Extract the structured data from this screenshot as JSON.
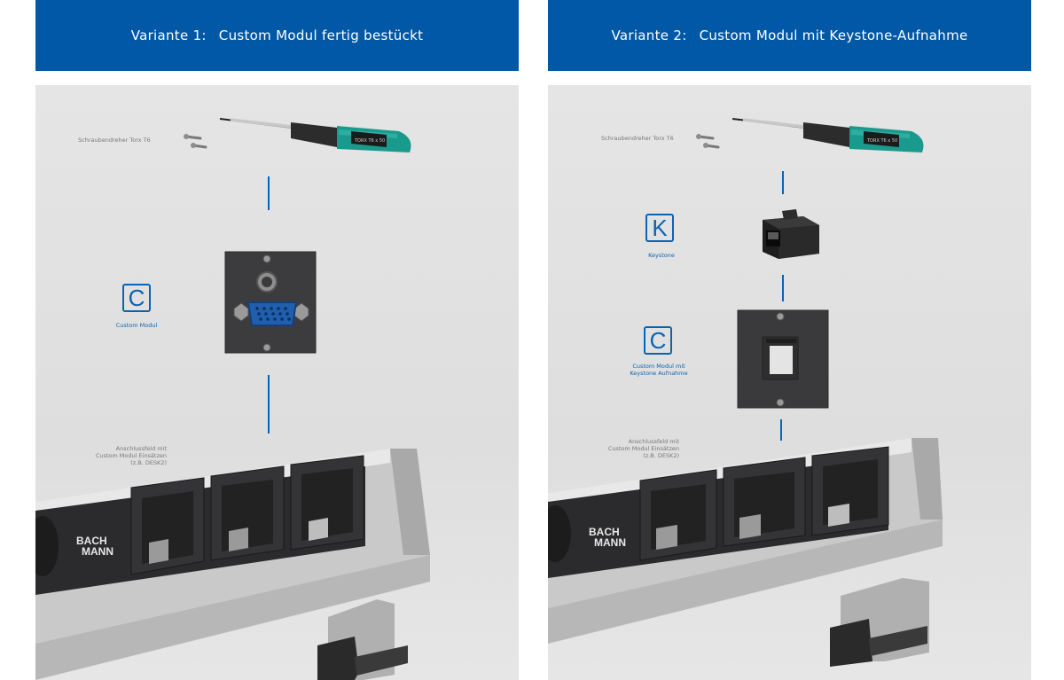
{
  "variant1": {
    "title_prefix": "Variante 1:",
    "title_text": "Custom Modul fertig bestückt",
    "tool_label": "Schraubendreher Torx T6",
    "module_letter": "C",
    "module_label": "Custom Modul",
    "strip_label_lines": [
      "Anschlussfeld mit",
      "Custom Modul Einsätzen",
      "(z.B. DESK2)"
    ],
    "brand_lines": [
      "BACH",
      "MANN"
    ],
    "tool_handle_text": "TORX T6 x 50"
  },
  "variant2": {
    "title_prefix": "Variante 2:",
    "title_text": "Custom Modul mit Keystone-Aufnahme",
    "tool_label": "Schraubendreher Torx T6",
    "keystone_letter": "K",
    "keystone_label": "Keystone",
    "module_letter": "C",
    "module_label_lines": [
      "Custom Modul mit",
      "Keystone Aufnahme"
    ],
    "strip_label_lines": [
      "Anschlussfeld mit",
      "Custom Modul Einsätzen",
      "(z.B. DESK2)"
    ],
    "brand_lines": [
      "BACH",
      "MANN"
    ],
    "tool_handle_text": "TORX T6 x 50"
  },
  "colors": {
    "header_blue": "#0058a6",
    "accent_blue": "#0a63b3",
    "handle_teal": "#1a9a8c",
    "panel_gray": "#e2e2e2"
  }
}
